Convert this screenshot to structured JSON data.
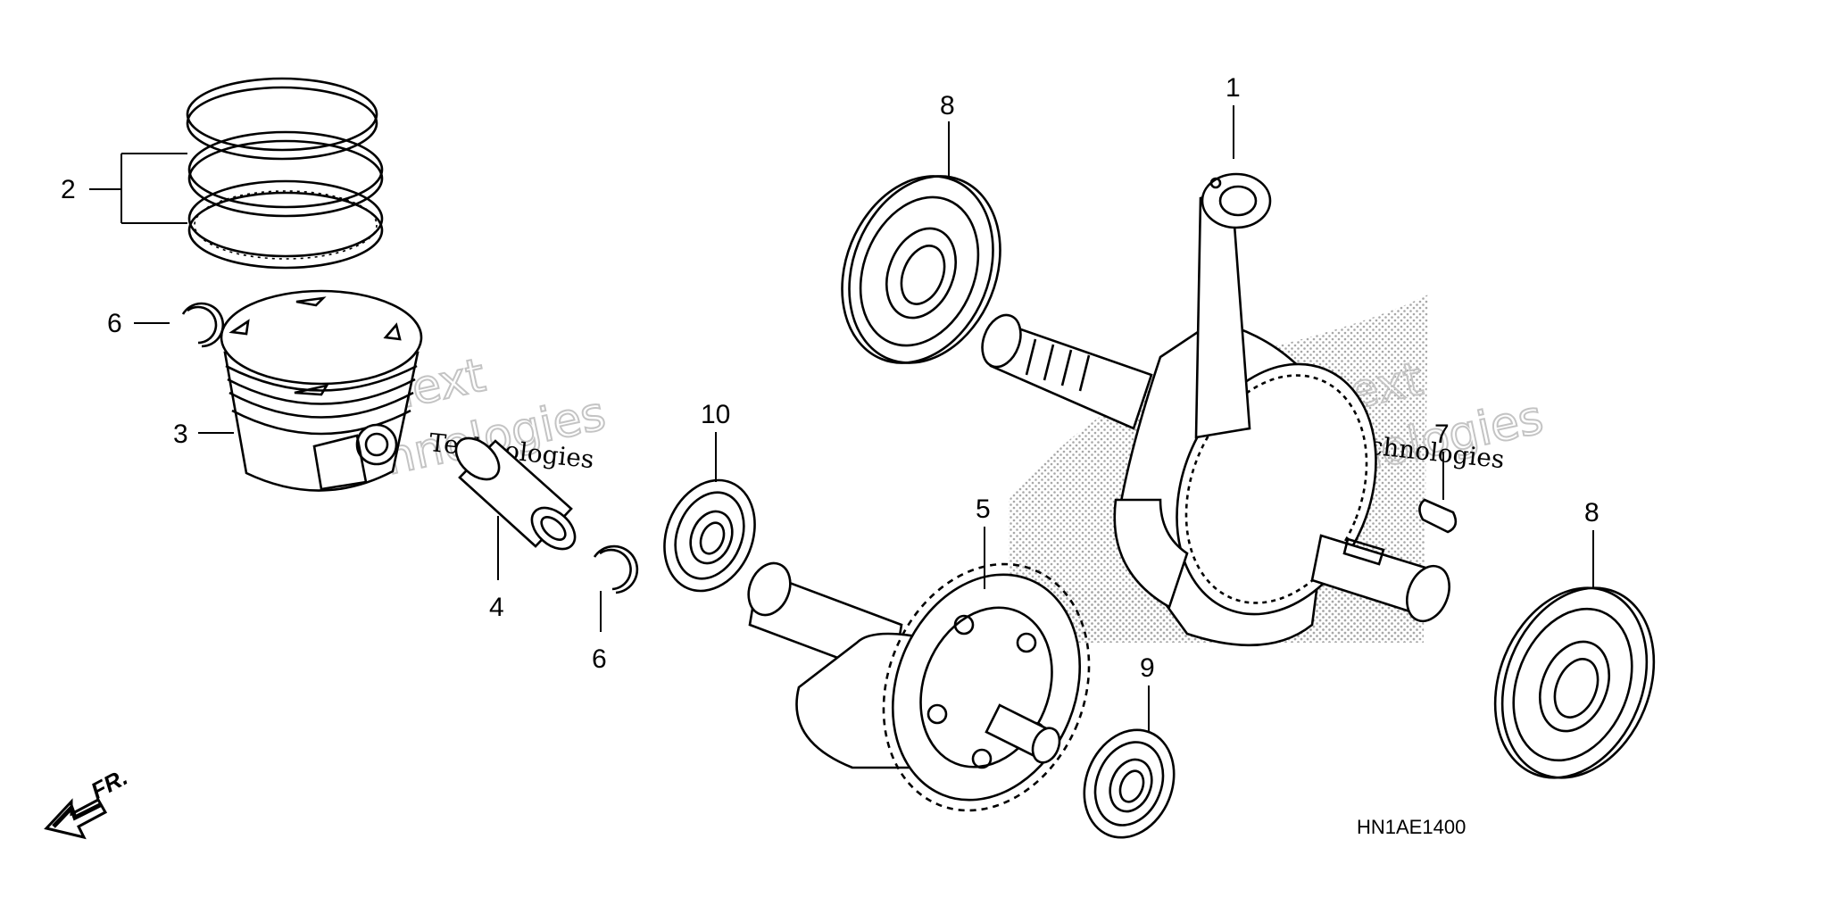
{
  "diagram_code": "HN1AE1400",
  "direction_label": "FR.",
  "watermark": {
    "brand_line1": "Next",
    "brand_line2": "Technologies",
    "small_text": "Technologies"
  },
  "callouts": [
    {
      "id": "callout-1",
      "number": "1"
    },
    {
      "id": "callout-2",
      "number": "2"
    },
    {
      "id": "callout-3",
      "number": "3"
    },
    {
      "id": "callout-4",
      "number": "4"
    },
    {
      "id": "callout-5",
      "number": "5"
    },
    {
      "id": "callout-6a",
      "number": "6"
    },
    {
      "id": "callout-6b",
      "number": "6"
    },
    {
      "id": "callout-7",
      "number": "7"
    },
    {
      "id": "callout-8a",
      "number": "8"
    },
    {
      "id": "callout-8b",
      "number": "8"
    },
    {
      "id": "callout-9",
      "number": "9"
    },
    {
      "id": "callout-10",
      "number": "10"
    }
  ]
}
